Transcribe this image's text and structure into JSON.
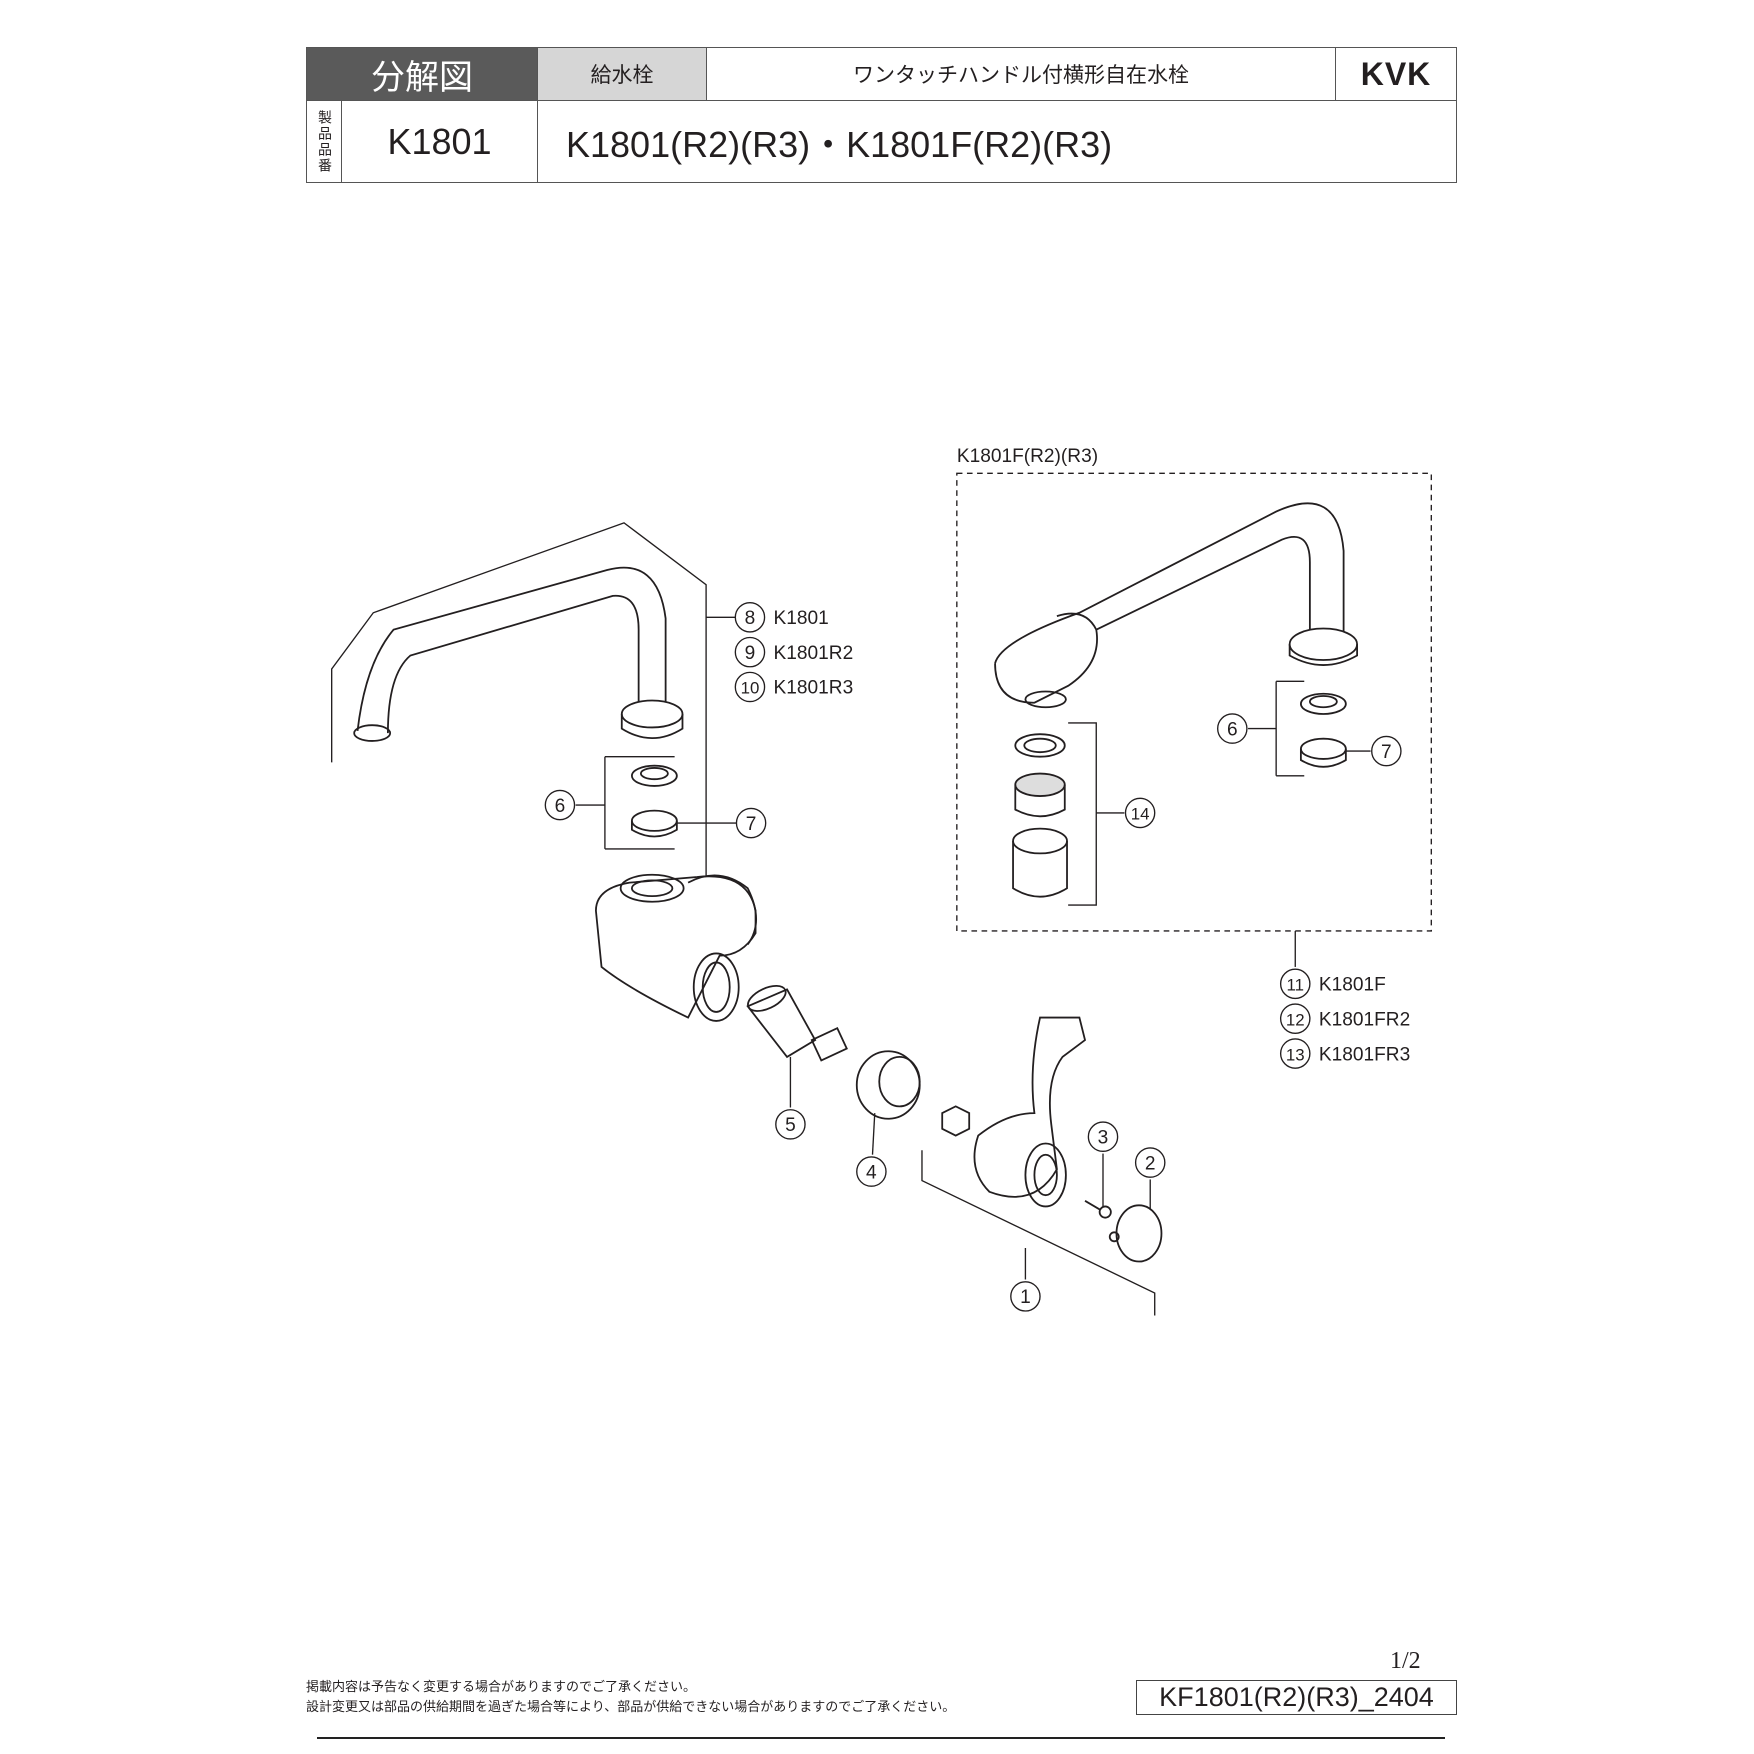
{
  "header": {
    "title": "分解図",
    "category": "給水栓",
    "product_name": "ワンタッチハンドル付横形自在水栓",
    "brand": "KVK",
    "product_number_label": "製品品番",
    "model": "K1801",
    "models": "K1801(R2)(R3)・K1801F(R2)(R3)"
  },
  "diagram": {
    "option_box_label": "K1801F(R2)(R3)",
    "callouts": [
      {
        "num": "1"
      },
      {
        "num": "2"
      },
      {
        "num": "3"
      },
      {
        "num": "4"
      },
      {
        "num": "5"
      },
      {
        "num": "6"
      },
      {
        "num": "7"
      },
      {
        "num": "8",
        "label": "K1801"
      },
      {
        "num": "9",
        "label": "K1801R2"
      },
      {
        "num": "10",
        "label": "K1801R3"
      },
      {
        "num": "11",
        "label": "K1801F"
      },
      {
        "num": "12",
        "label": "K1801FR2"
      },
      {
        "num": "13",
        "label": "K1801FR3"
      },
      {
        "num": "14"
      }
    ]
  },
  "footer": {
    "notes": [
      "掲載内容は予告なく変更する場合がありますのでご了承ください。",
      "設計変更又は部品の供給期間を過ぎた場合等により、部品が供給できない場合がありますのでご了承ください。"
    ],
    "page": "1/2",
    "doc_code": "KF1801(R2)(R3)_2404"
  }
}
